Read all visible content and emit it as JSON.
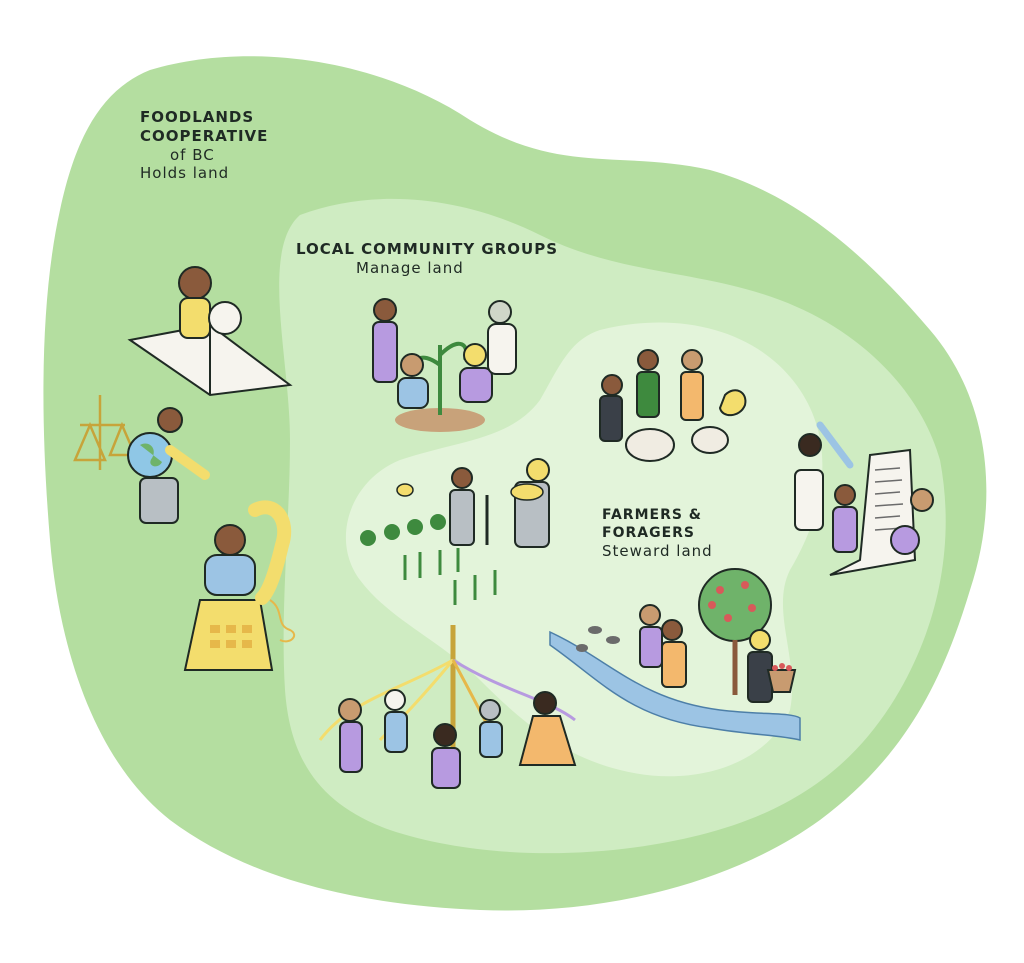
{
  "diagram": {
    "outer_zone": {
      "title_line1": "FOODLANDS",
      "title_line2": "COOPERATIVE",
      "title_line3": "of BC",
      "role": "Holds land",
      "color": "#b4dea0"
    },
    "middle_zone": {
      "title": "LOCAL COMMUNITY GROUPS",
      "role": "Manage land",
      "color": "#cfecc2"
    },
    "inner_zone": {
      "title_line1": "FARMERS &",
      "title_line2": "FORAGERS",
      "role": "Steward land",
      "color": "#e3f4da"
    },
    "accent_colors": {
      "yellow": "#f3dd6d",
      "purple": "#b79ae0",
      "grey": "#b8bfc4",
      "river": "#9cc4e4",
      "ink": "#1f2a24"
    }
  }
}
